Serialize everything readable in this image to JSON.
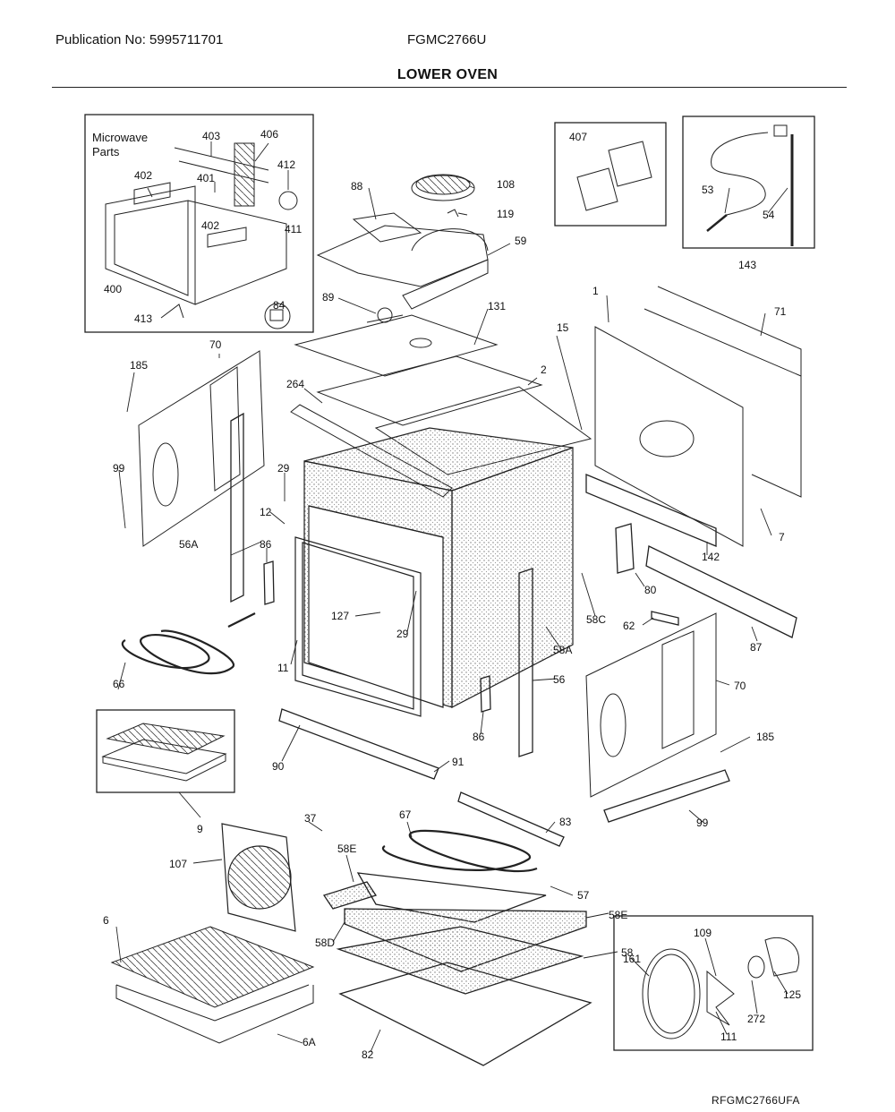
{
  "header": {
    "publication": "Publication No: 5995711701",
    "model": "FGMC2766U",
    "title": "LOWER OVEN"
  },
  "inset_microwave": {
    "label_line1": "Microwave",
    "label_line2": "Parts"
  },
  "footer": {
    "code": "RFGMC2766UFA"
  },
  "colors": {
    "line": "#222222",
    "stipple": "#888888",
    "paper": "#ffffff"
  },
  "callouts": [
    {
      "text": "403"
    },
    {
      "text": "406"
    },
    {
      "text": "402"
    },
    {
      "text": "401"
    },
    {
      "text": "412"
    },
    {
      "text": "402"
    },
    {
      "text": "411"
    },
    {
      "text": "400"
    },
    {
      "text": "84"
    },
    {
      "text": "413"
    },
    {
      "text": "88"
    },
    {
      "text": "108"
    },
    {
      "text": "119"
    },
    {
      "text": "59"
    },
    {
      "text": "89"
    },
    {
      "text": "131"
    },
    {
      "text": "15"
    },
    {
      "text": "407"
    },
    {
      "text": "53"
    },
    {
      "text": "54"
    },
    {
      "text": "143"
    },
    {
      "text": "1"
    },
    {
      "text": "71"
    },
    {
      "text": "70"
    },
    {
      "text": "185"
    },
    {
      "text": "264"
    },
    {
      "text": "2"
    },
    {
      "text": "99"
    },
    {
      "text": "29"
    },
    {
      "text": "12"
    },
    {
      "text": "56A"
    },
    {
      "text": "86"
    },
    {
      "text": "7"
    },
    {
      "text": "142"
    },
    {
      "text": "80"
    },
    {
      "text": "127"
    },
    {
      "text": "29"
    },
    {
      "text": "58C"
    },
    {
      "text": "62"
    },
    {
      "text": "66"
    },
    {
      "text": "11"
    },
    {
      "text": "58A"
    },
    {
      "text": "87"
    },
    {
      "text": "56"
    },
    {
      "text": "70"
    },
    {
      "text": "86"
    },
    {
      "text": "90"
    },
    {
      "text": "91"
    },
    {
      "text": "185"
    },
    {
      "text": "9"
    },
    {
      "text": "37"
    },
    {
      "text": "67"
    },
    {
      "text": "83"
    },
    {
      "text": "99"
    },
    {
      "text": "107"
    },
    {
      "text": "58E"
    },
    {
      "text": "57"
    },
    {
      "text": "6"
    },
    {
      "text": "58E"
    },
    {
      "text": "58D"
    },
    {
      "text": "58"
    },
    {
      "text": "109"
    },
    {
      "text": "161"
    },
    {
      "text": "125"
    },
    {
      "text": "272"
    },
    {
      "text": "111"
    },
    {
      "text": "6A"
    },
    {
      "text": "82"
    }
  ]
}
